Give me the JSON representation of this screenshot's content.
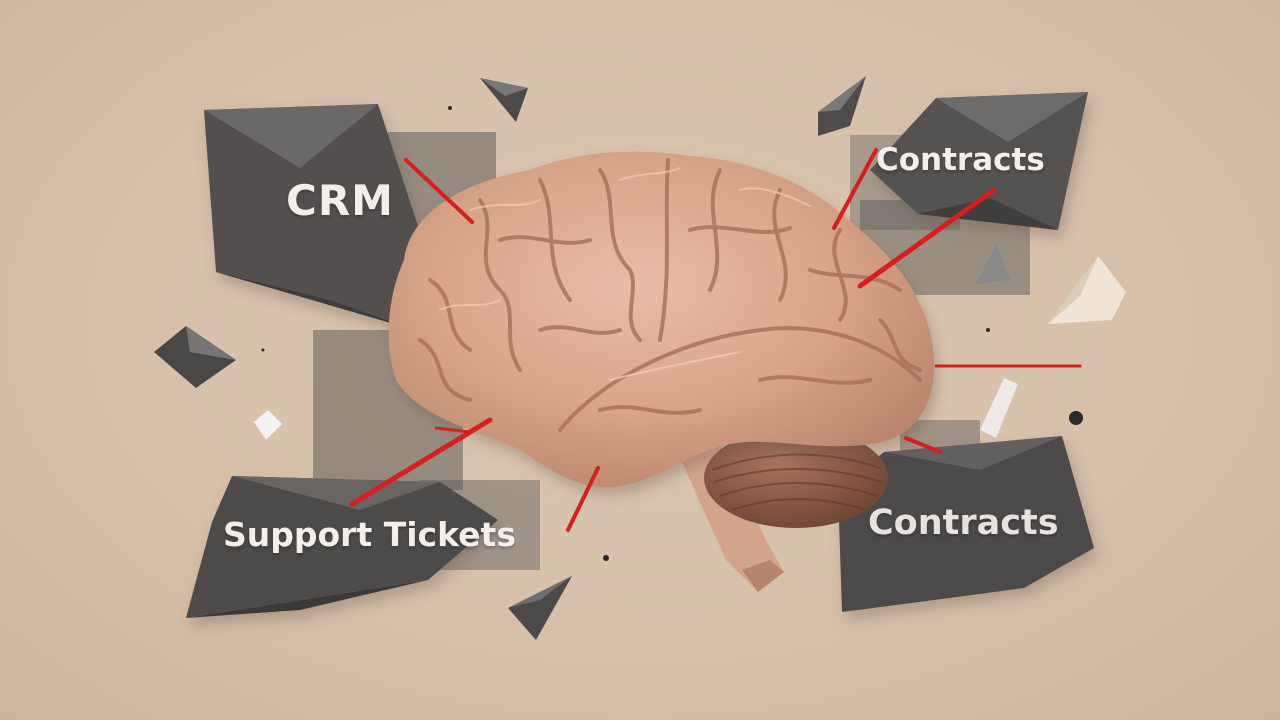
{
  "labels": {
    "crm": "CRM",
    "contracts_top": "Contracts",
    "support_tickets": "Support Tickets",
    "contracts_bottom": "Contracts"
  },
  "colors": {
    "background": "#d8c3ae",
    "panel_dark": "#4f4d4b",
    "panel_mid": "#6a6866",
    "brain": "#d9a98f",
    "brain_shadow": "#b98168",
    "cerebellum": "#8d5a45",
    "accent_red": "#d81e1e"
  },
  "icons": [
    "brain-illustration",
    "crystal-shard-icon"
  ]
}
